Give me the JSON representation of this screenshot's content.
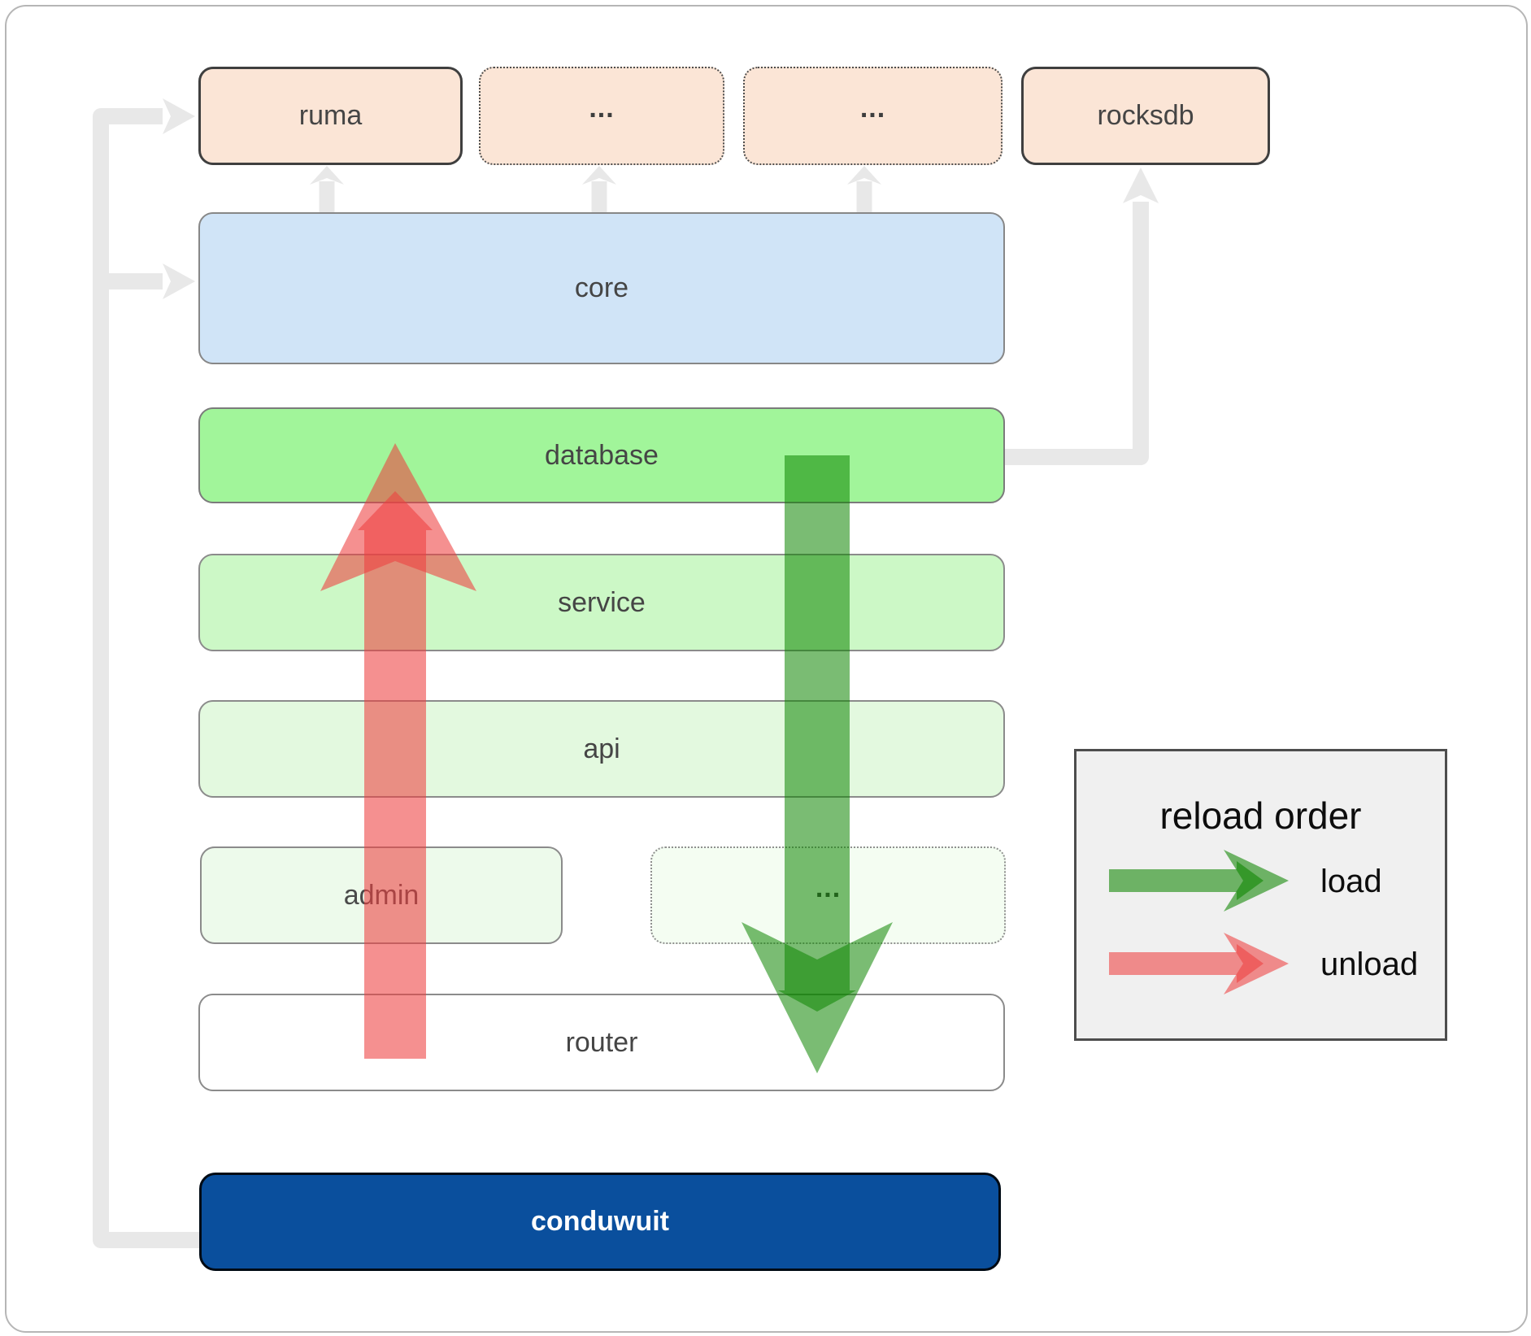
{
  "boxes": {
    "ruma": "ruma",
    "dots1": "...",
    "dots2": "...",
    "rocksdb": "rocksdb",
    "core": "core",
    "database": "database",
    "service": "service",
    "api": "api",
    "admin": "admin",
    "admin_dots": "...",
    "router": "router",
    "conduwuit": "conduwuit"
  },
  "legend": {
    "title": "reload order",
    "items": [
      {
        "icon": "load-arrow",
        "label": "load",
        "color": "#0d8500"
      },
      {
        "icon": "unload-arrow",
        "label": "unload",
        "color": "#ee4040"
      }
    ]
  },
  "colors": {
    "load_arrow": "#0d8500",
    "unload_arrow": "#ee4040",
    "connector_gray": "#e8e8e8",
    "conduwuit_blue": "#0a4f9d",
    "database_green": "#a1f59a",
    "core_blue": "#d0e4f7",
    "module_peach": "#fbe5d6"
  }
}
